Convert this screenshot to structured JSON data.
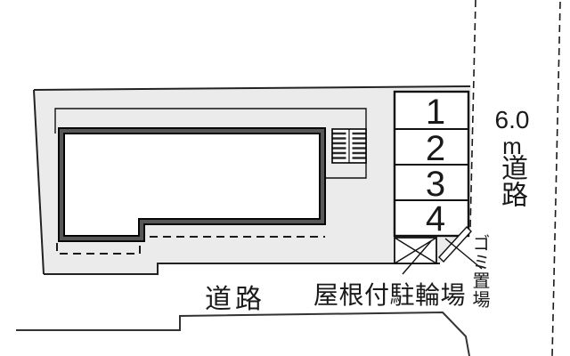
{
  "plan": {
    "parking_spaces": [
      {
        "label": "1"
      },
      {
        "label": "2"
      },
      {
        "label": "3"
      },
      {
        "label": "4"
      }
    ],
    "labels": {
      "road_bottom": "道路",
      "road_right_width": "6.0",
      "road_right_unit": "m",
      "road_right_name": "道路",
      "covered_bicycle_parking": "屋根付駐輪場",
      "garbage_storage": "ゴミ置場"
    },
    "colors": {
      "background": "#ffffff",
      "site_fill": "#ebebeb",
      "building_border_gray": "#575757",
      "line": "#1a1a1a"
    }
  }
}
